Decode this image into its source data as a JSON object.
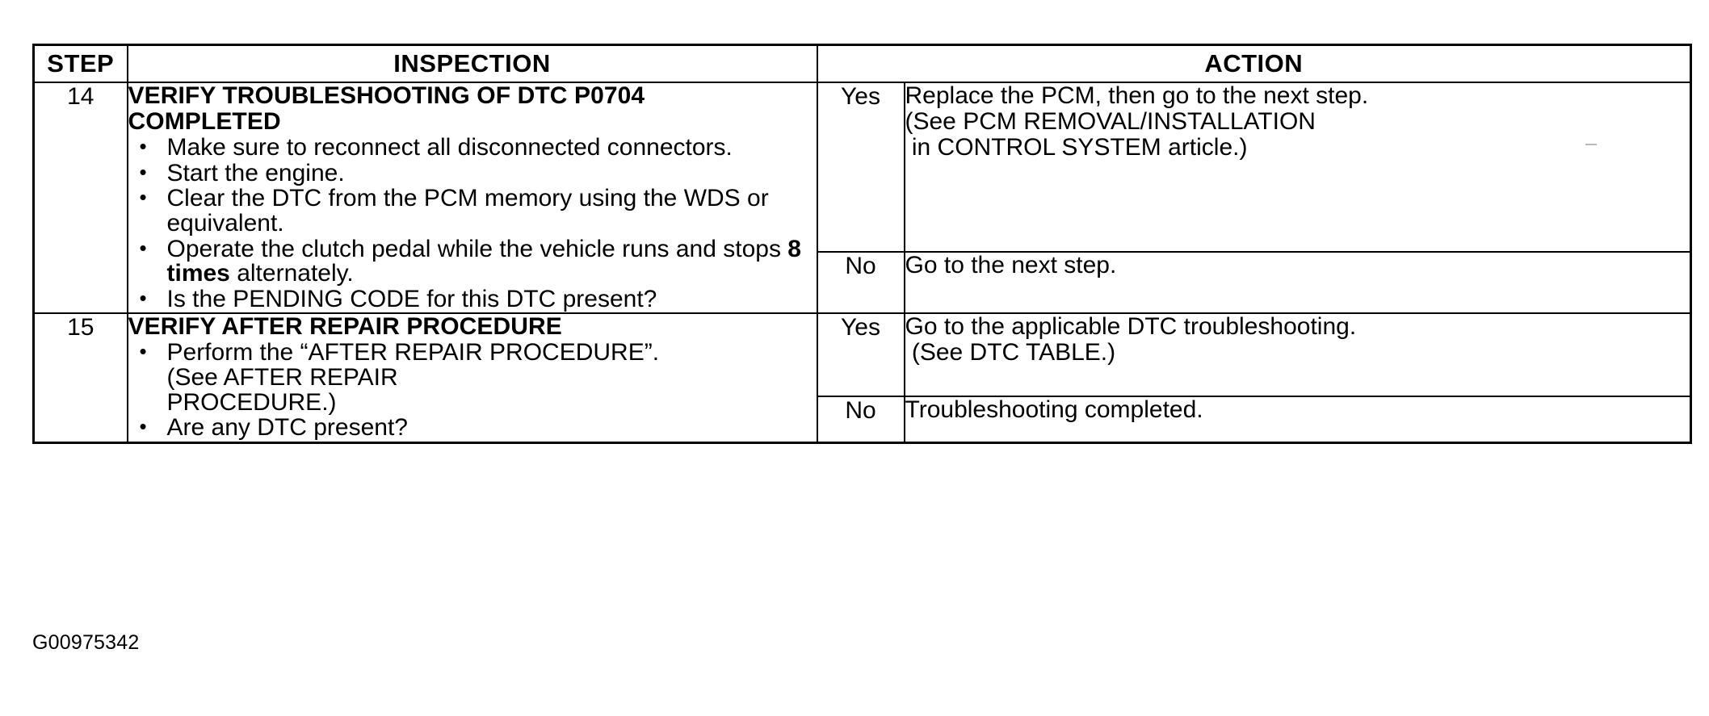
{
  "document": {
    "caption": "G00975342",
    "table": {
      "headers": {
        "step": "STEP",
        "inspection": "INSPECTION",
        "action": "ACTION"
      },
      "rows": [
        {
          "step": "14",
          "inspection_title_line1": "VERIFY TROUBLESHOOTING OF DTC P0704",
          "inspection_title_line2": "COMPLETED",
          "inspection_bullets": [
            "Make sure to reconnect all disconnected connectors.",
            "Start the engine.",
            "Clear the DTC from the PCM memory using the WDS or equivalent.",
            "Operate the clutch pedal while the vehicle runs and stops 8 times alternately.",
            "Is the PENDING CODE for this DTC present?"
          ],
          "bullet_4_part1": "Operate the clutch pedal while the vehicle runs and stops ",
          "bullet_4_emphasis": "8 times",
          "bullet_4_part2": " alternately.",
          "results": [
            {
              "label": "Yes",
              "action_lines": [
                "Replace the PCM, then go to the next step.",
                "(See PCM REMOVAL/INSTALLATION",
                " in CONTROL SYSTEM article.)"
              ]
            },
            {
              "label": "No",
              "action_lines": [
                "Go to the next step."
              ]
            }
          ]
        },
        {
          "step": "15",
          "inspection_title_line1": "VERIFY AFTER REPAIR PROCEDURE",
          "inspection_title_line2": "",
          "inspection_bullets": [
            "Perform the “AFTER REPAIR PROCEDURE”. (See AFTER REPAIR PROCEDURE.)",
            "Are any DTC present?"
          ],
          "bullet_1_line1": "Perform the “AFTER REPAIR PROCEDURE”.",
          "bullet_1_line2": " (See AFTER REPAIR",
          "bullet_1_line3": "PROCEDURE.)",
          "bullet_2": "Are any DTC present?",
          "results": [
            {
              "label": "Yes",
              "action_lines": [
                "Go to the applicable DTC troubleshooting.",
                " (See DTC TABLE.)"
              ]
            },
            {
              "label": "No",
              "action_lines": [
                "Troubleshooting completed."
              ]
            }
          ]
        }
      ]
    },
    "colors": {
      "ink": "#000000",
      "paper": "#ffffff"
    }
  }
}
